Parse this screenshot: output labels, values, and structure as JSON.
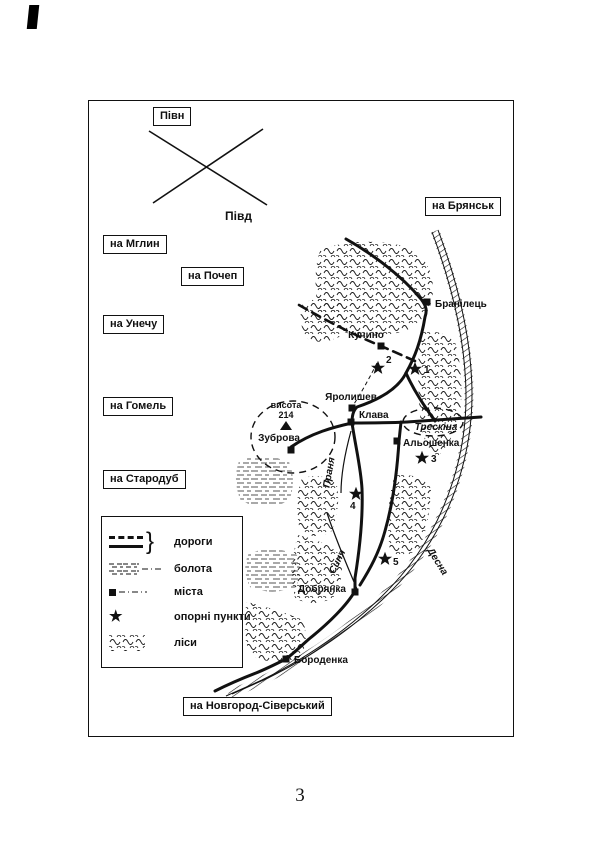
{
  "page": {
    "number": "3"
  },
  "compass": {
    "north": "Півн",
    "south": "Півд"
  },
  "edge_labels": {
    "bryansk": "на Брянськ",
    "mhlyn": "на Мглин",
    "pochep": "на Почеп",
    "unecha": "на Унечу",
    "homel": "на Гомель",
    "starodub": "на Стародуб",
    "novhorod": "на Новгород-Сіверський"
  },
  "map": {
    "towns": {
      "branilets": "Бранілець",
      "kuchyno": "Кучино",
      "yarolyshev": "Яролишев",
      "klava": "Клава",
      "treskina": "Трескіна",
      "aloshenka": "Альошенка",
      "zubrova": "Зуброва",
      "dobrianka": "Добрянка",
      "borodenka": "Бороденка"
    },
    "rivers": {
      "desna": "Десна",
      "prania": "Праня",
      "synia": "Синя"
    },
    "height": {
      "label": "висота",
      "value": "214"
    },
    "strongpoints": [
      "1",
      "2",
      "3",
      "4",
      "5"
    ]
  },
  "legend": {
    "roads": "дороги",
    "swamps": "болота",
    "towns": "міста",
    "strongpoints": "опорні пункти",
    "forests": "ліси",
    "brace": "}"
  },
  "icons": {
    "star": "★"
  }
}
